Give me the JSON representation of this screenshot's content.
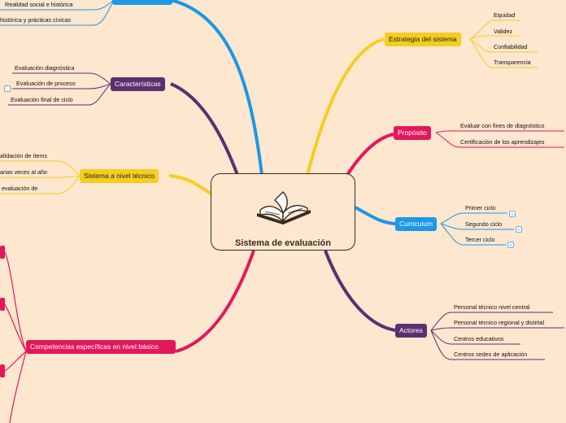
{
  "central": {
    "title": "Sistema de evaluación",
    "icon": "book-icon"
  },
  "branches": {
    "estrategia": {
      "label": "Estrategia del sistema",
      "items": [
        "Equidad",
        "Validez",
        "Confiabilidad",
        "Transparencia"
      ]
    },
    "proposito": {
      "label": "Propósito",
      "items": [
        "Evaluar con fines de diagnóstico",
        "Certificación de los aprendizajes"
      ]
    },
    "curriculum": {
      "label": "Curriculum",
      "items": [
        "Primer ciclo",
        "Segundo ciclo",
        "Tercer ciclo"
      ],
      "badge": "+"
    },
    "actores": {
      "label": "Actores",
      "items": [
        "Personal técnico nivel central",
        "Personal técnico regional y distrital",
        "Centros educativos",
        "Centros sedes de aplicación"
      ]
    },
    "caracteristicas": {
      "label": "Características",
      "items": [
        "Evaluación diagnóstica",
        "Evaluación de proceso",
        "Evaluación final de ciclo"
      ],
      "badge": "!"
    },
    "tecnico": {
      "label": "Sistema a nivel técnico",
      "items": [
        "alidación de ítems",
        "arias veces al año",
        "evaluación de"
      ]
    },
    "competencias": {
      "label": "Competencias específicas en nivel básico"
    },
    "top": {
      "items": [
        "Realidad social e histórica",
        "histórica y prácticas cívicas"
      ]
    }
  },
  "colors": {
    "yellow": "#f5cd1e",
    "pink": "#e3185a",
    "blue": "#1d97e6",
    "purple": "#5c2f6f",
    "background": "#fde7cf"
  }
}
